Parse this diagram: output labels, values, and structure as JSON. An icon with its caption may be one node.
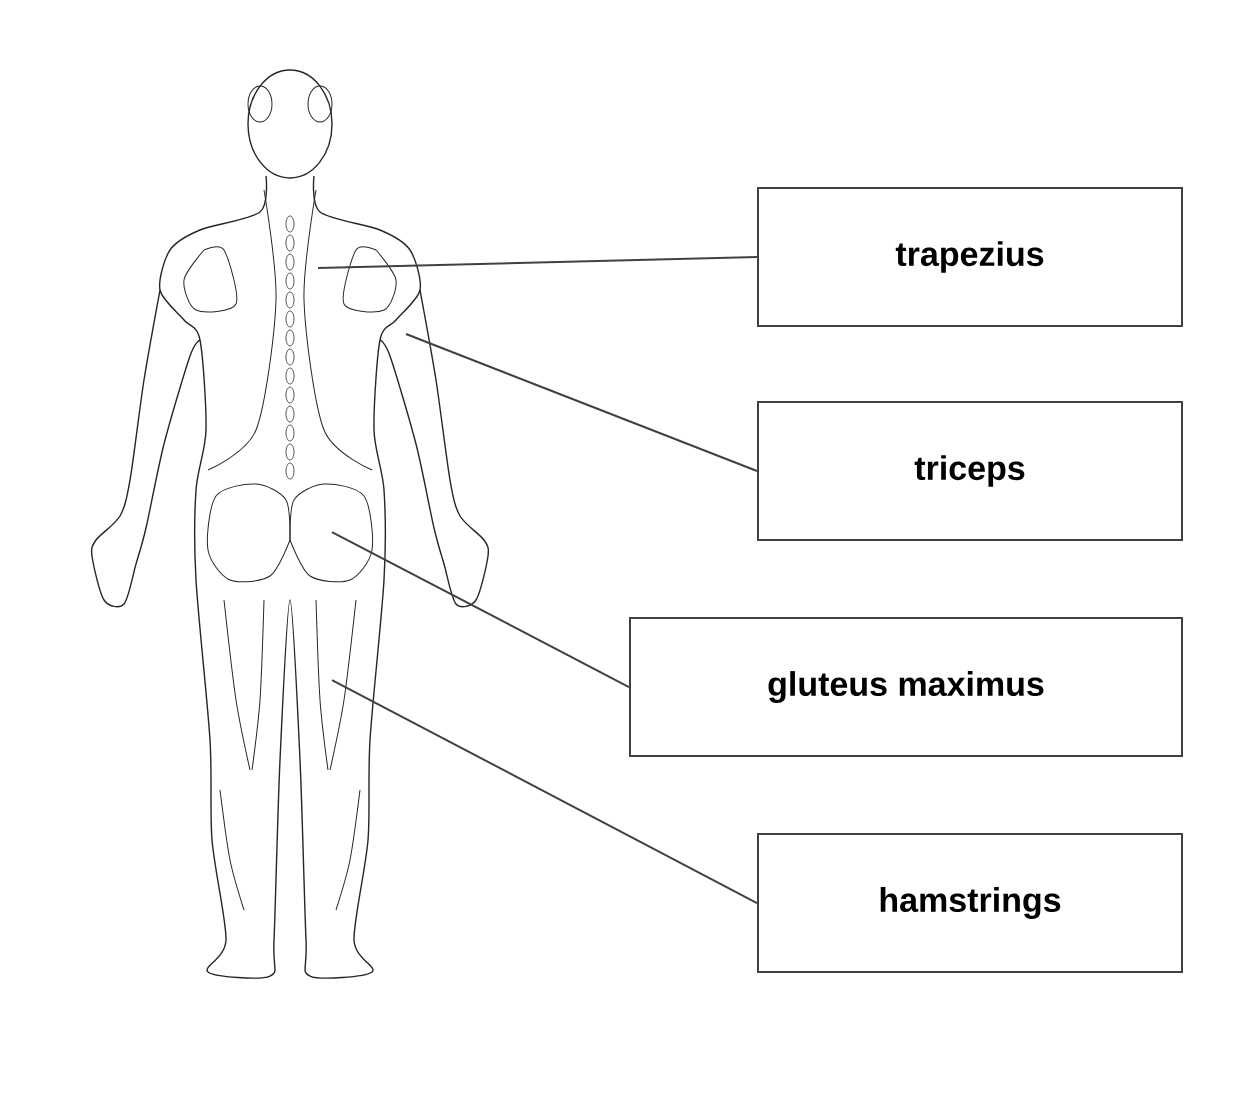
{
  "diagram": {
    "nodes": [
      {
        "text": [
          "trapezius"
        ]
      },
      {
        "text": [
          "triceps"
        ]
      },
      {
        "text": [
          "gluteus maximus"
        ]
      },
      {
        "text": [
          "hamstrings"
        ]
      }
    ],
    "edges": [
      {
        "from": 0,
        "to": null,
        "arrow": "none"
      },
      {
        "from": 1,
        "to": null,
        "arrow": "none"
      },
      {
        "from": 2,
        "to": null,
        "arrow": "none"
      },
      {
        "from": 3,
        "to": null,
        "arrow": "none"
      }
    ]
  }
}
